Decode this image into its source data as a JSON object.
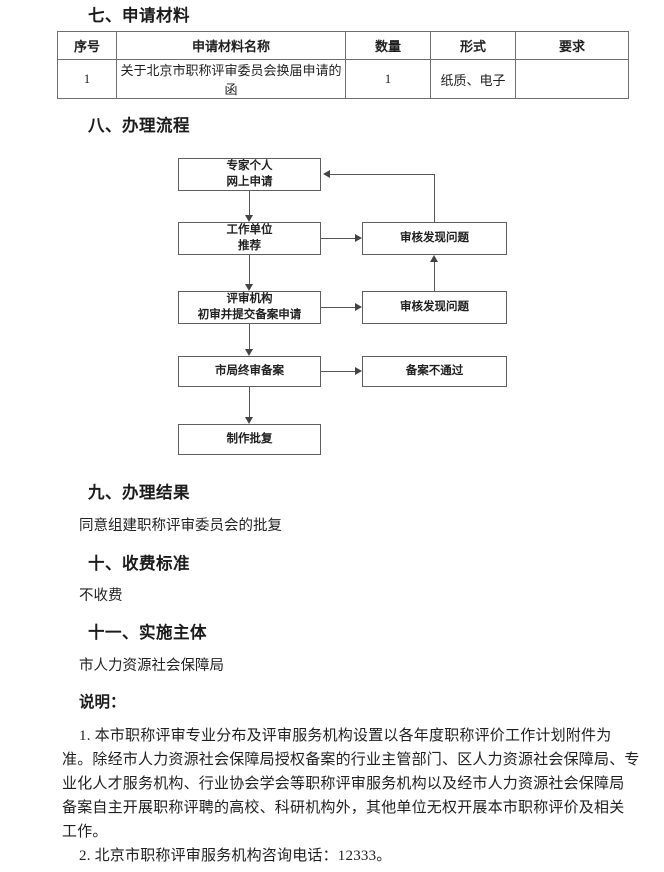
{
  "sections": {
    "materials_heading": "七、申请材料",
    "process_heading": "八、办理流程",
    "result_heading": "九、办理结果",
    "result_text": "同意组建职称评审委员会的批复",
    "fee_heading": "十、收费标准",
    "fee_text": "不收费",
    "subject_heading": "十一、实施主体",
    "subject_text": "市人力资源社会保障局"
  },
  "materials_table": {
    "headers": [
      "序号",
      "申请材料名称",
      "数量",
      "形式",
      "要求"
    ],
    "rows": [
      {
        "no": "1",
        "name": "关于北京市职称评审委员会换届申请的函",
        "qty": "1",
        "form": "纸质、电子",
        "req": ""
      }
    ]
  },
  "flowchart": {
    "nodes": {
      "expert_apply": [
        "专家个人",
        "网上申请"
      ],
      "work_unit": [
        "工作单位",
        "推荐"
      ],
      "review_org": [
        "评审机构",
        "初审并提交备案申请"
      ],
      "city_final": [
        "市局终审备案"
      ],
      "make_reply": [
        "制作批复"
      ],
      "issue_found_1": [
        "审核发现问题"
      ],
      "issue_found_2": [
        "审核发现问题"
      ],
      "record_rejected": [
        "备案不通过"
      ]
    }
  },
  "notes": {
    "heading": "说明：",
    "lines": [
      "1. 本市职称评审专业分布及评审服务机构设置以各年度职称评价工作计划附件为",
      "准。除经市人力资源社会保障局授权备案的行业主管部门、区人力资源社会保障局、专",
      "业化人才服务机构、行业协会学会等职称评审服务机构以及经市人力资源社会保障局",
      "备案自主开展职称评聘的高校、科研机构外，其他单位无权开展本市职称评价及相关",
      "工作。",
      "2. 北京市职称评审服务机构咨询电话：12333。"
    ]
  },
  "colors": {
    "text": "#1f1f1f",
    "border": "#6f6f6f",
    "connector": "#555555"
  }
}
